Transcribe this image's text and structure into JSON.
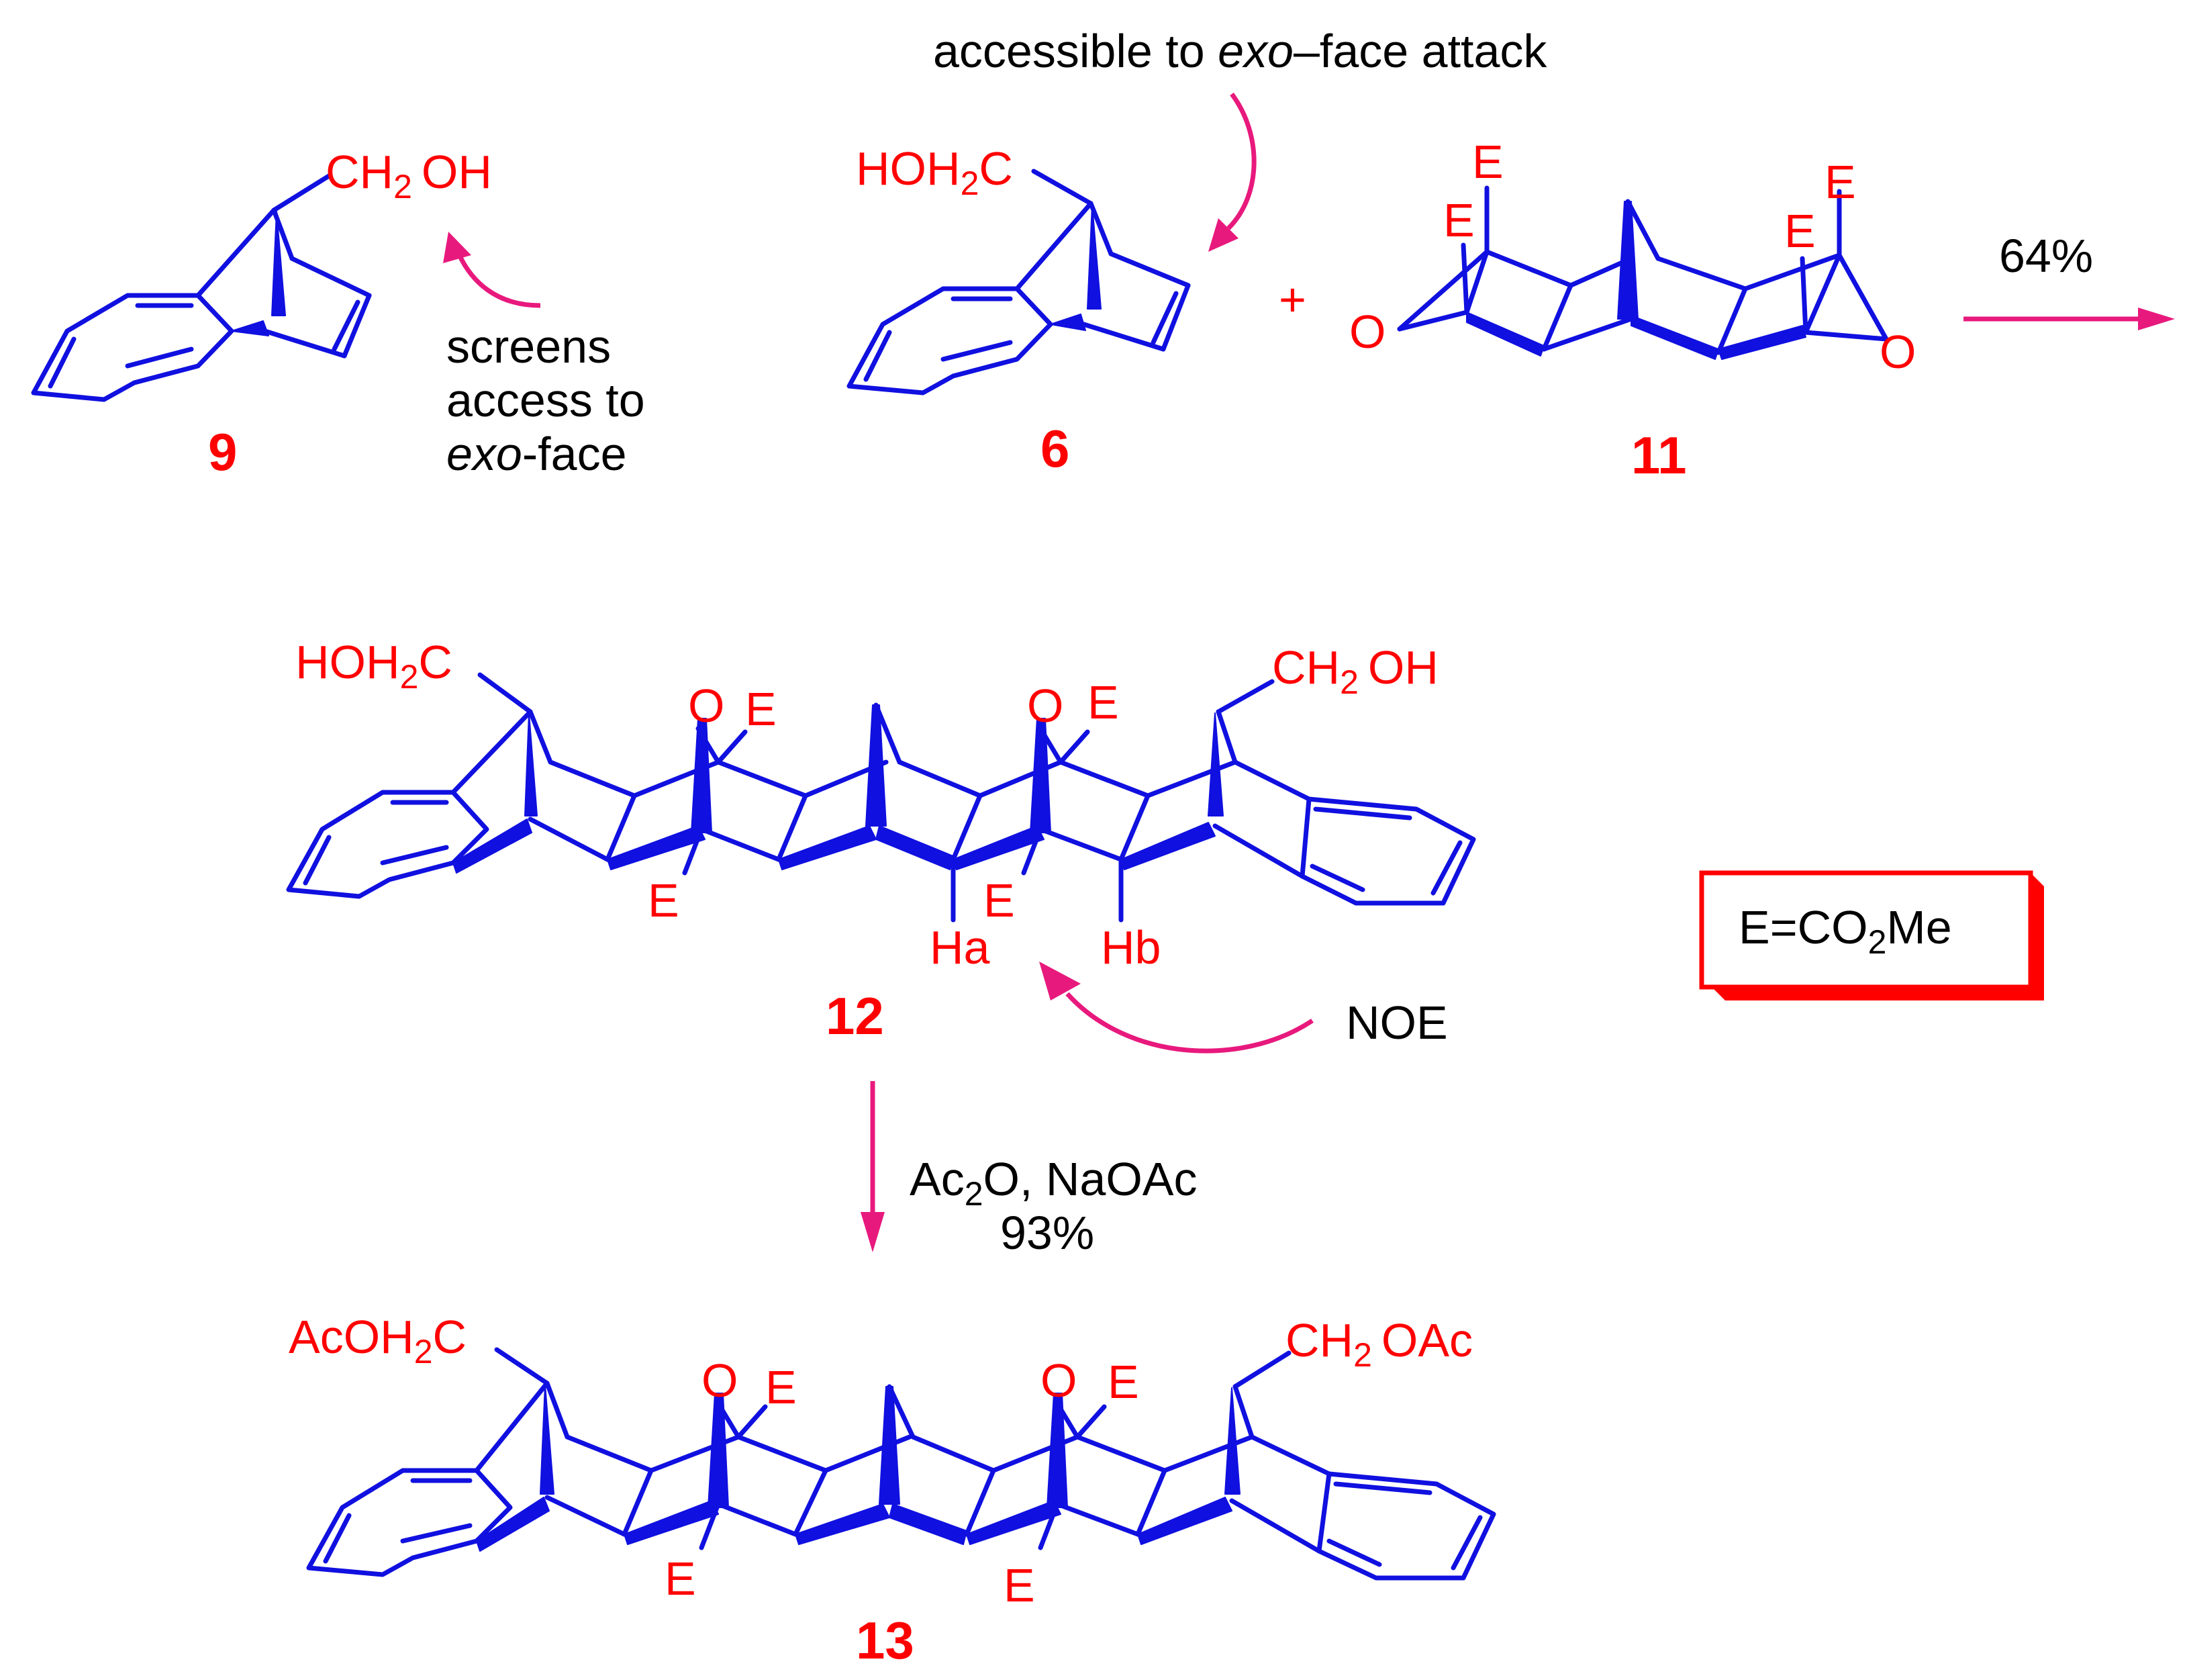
{
  "compounds": {
    "c9": "9",
    "c6": "6",
    "c11": "11",
    "c12": "12",
    "c13": "13"
  },
  "notes": {
    "screens_line1": "screens",
    "screens_line2": "access to",
    "screens_line3_italic": "exo",
    "screens_line3_rest": "-face",
    "accessible_pre": "accessible to ",
    "accessible_italic": "exo",
    "accessible_post": "–face attack",
    "noe": "NOE"
  },
  "conditions": {
    "step1_yield": "64%",
    "step2_reagents": "Ac",
    "step2_reagents_sub": "2",
    "step2_reagents_rest": "O, NaOAc",
    "step2_yield": "93%"
  },
  "legend": {
    "prefix": "E=CO",
    "sub": "2",
    "suffix": "Me"
  },
  "atoms": {
    "ch2oh_a": "CH",
    "ch2oh_sub": "2",
    "ch2oh_b": "OH",
    "hoh2c_a": "HOH",
    "hoh2c_sub": "2",
    "hoh2c_b": "C",
    "acoh2c_a": "AcOH",
    "acoh2c_sub": "2",
    "acoh2c_b": "C",
    "ch2oac_a": "CH",
    "ch2oac_sub": "2",
    "ch2oac_b": "OAc",
    "E": "E",
    "O": "O",
    "Ha": "Ha",
    "Hb": "Hb",
    "plus": "+"
  },
  "colors": {
    "bond": "#1010e0",
    "label": "#ff0000",
    "arrow": "#e8197d"
  }
}
